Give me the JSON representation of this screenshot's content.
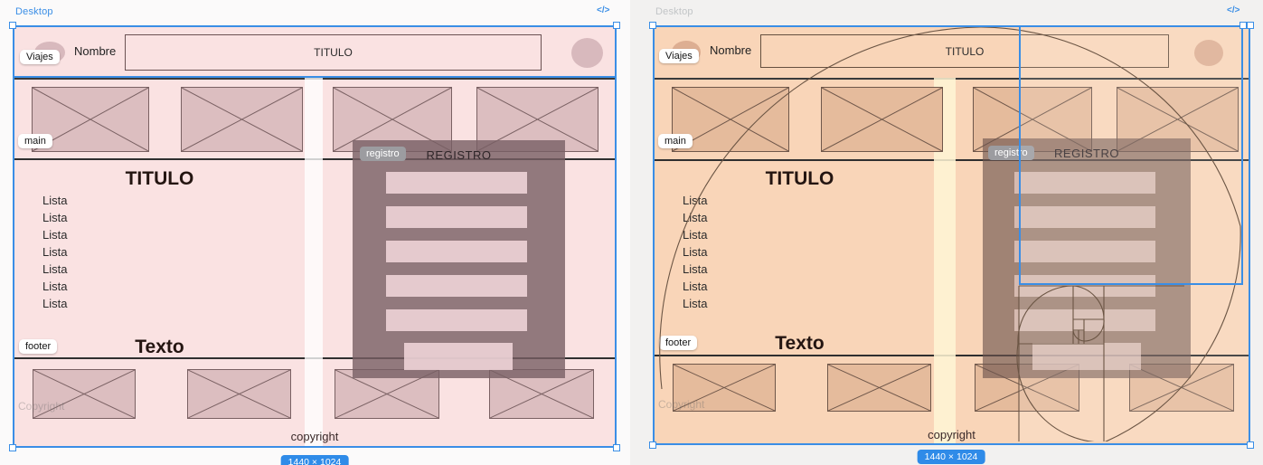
{
  "frames": {
    "left": {
      "label": "Desktop",
      "code_icon": "</>",
      "badge": "1440 × 1024",
      "header": {
        "logo": "Viajes",
        "name_label": "Nombre",
        "title": "TITULO"
      },
      "tags": {
        "main": "main",
        "footer": "footer"
      },
      "content": {
        "section_title": "TITULO",
        "list": [
          "Lista",
          "Lista",
          "Lista",
          "Lista",
          "Lista",
          "Lista",
          "Lista"
        ],
        "footer_title": "Texto",
        "watermark": "Copyright",
        "copyright": "copyright"
      },
      "modal": {
        "tag": "registro",
        "title": "REGISTRO",
        "fields": 5,
        "has_submit_button": true
      }
    },
    "right": {
      "label": "Desktop",
      "code_icon": "</>",
      "badge": "1440 × 1024",
      "header": {
        "logo": "Viajes",
        "name_label": "Nombre",
        "title": "TITULO"
      },
      "tags": {
        "main": "main",
        "footer": "footer"
      },
      "content": {
        "section_title": "TITULO",
        "list": [
          "Lista",
          "Lista",
          "Lista",
          "Lista",
          "Lista",
          "Lista",
          "Lista"
        ],
        "footer_title": "Texto",
        "watermark": "Copyright",
        "copyright": "copyright"
      },
      "modal": {
        "tag": "registro",
        "title": "REGISTRO",
        "fields": 5,
        "has_submit_button": true
      },
      "overlay": "golden-spiral"
    }
  },
  "colors": {
    "selection_blue": "#3A8EE6",
    "badge_blue": "#2F8BE8",
    "left_frame_bg": "#FAE2E2",
    "right_frame_bg": "#F9D5B8",
    "left_placeholder": "#DCBEC0",
    "right_placeholder": "#E5BB9C",
    "modal_bg": "#9A8185",
    "modal_field": "#DFC4C9",
    "tag_gray": "#9C9CA0",
    "spiral_line": "#6B5544"
  }
}
